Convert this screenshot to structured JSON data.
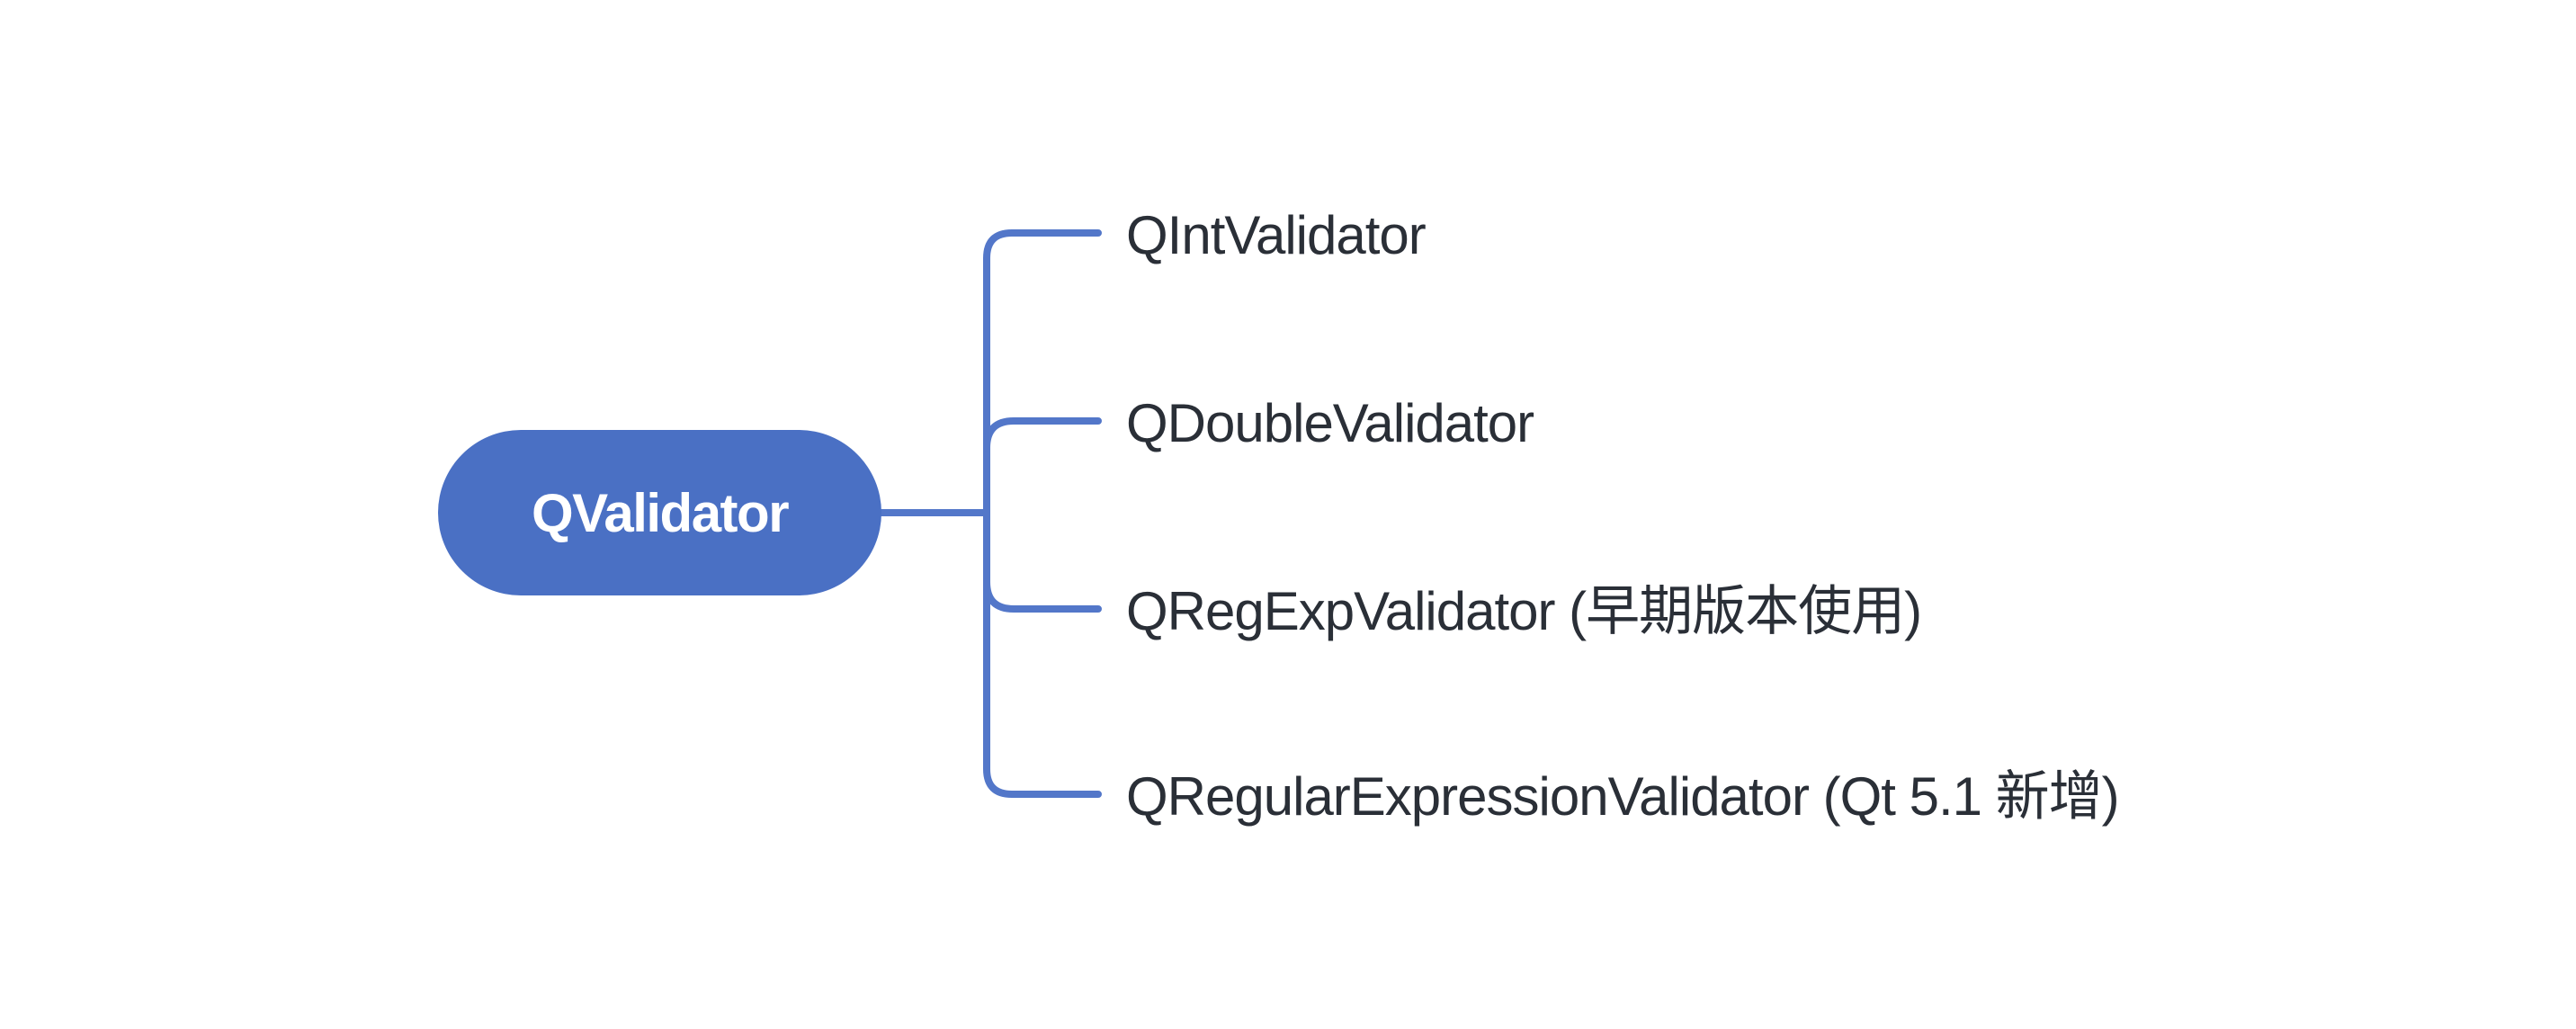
{
  "diagram": {
    "type": "mindmap",
    "root": {
      "label": "QValidator"
    },
    "children": [
      {
        "label": "QIntValidator"
      },
      {
        "label": "QDoubleValidator"
      },
      {
        "label": "QRegExpValidator (早期版本使用)"
      },
      {
        "label": "QRegularExpressionValidator (Qt 5.1 新增)"
      }
    ],
    "colors": {
      "background": "#ffffff",
      "root_fill": "#4a70c4",
      "root_text": "#ffffff",
      "line": "#5377c9",
      "child_text": "#2a2f37"
    }
  }
}
